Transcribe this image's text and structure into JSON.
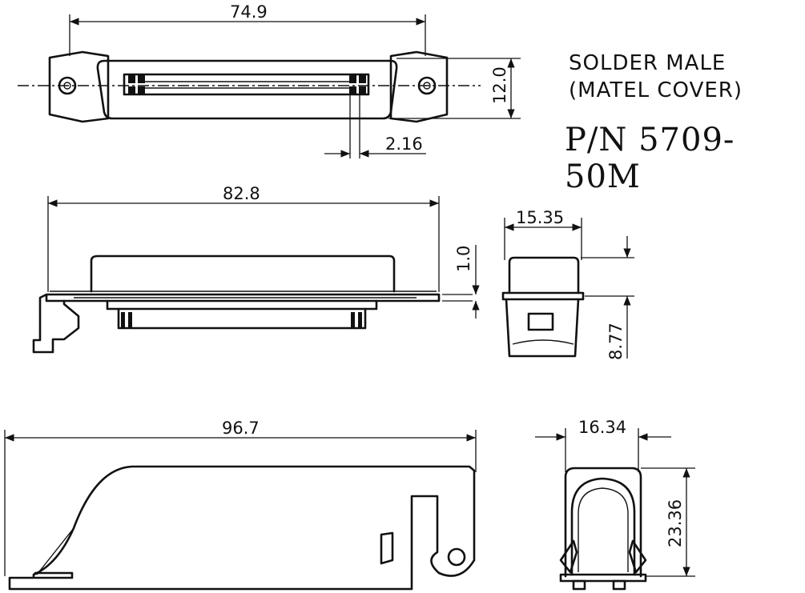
{
  "title_lines": [
    "SOLDER MALE",
    "(MATEL COVER)"
  ],
  "part_number": "P/N 5709-50M",
  "dimensions": {
    "top_width": "74.9",
    "top_height": "12.0",
    "pin_pitch": "2.16",
    "side_length": "82.8",
    "side_offset": "1.0",
    "end_width": "15.35",
    "end_height": "8.77",
    "cover_length": "96.7",
    "cover_width": "16.34",
    "cover_height": "23.36"
  }
}
